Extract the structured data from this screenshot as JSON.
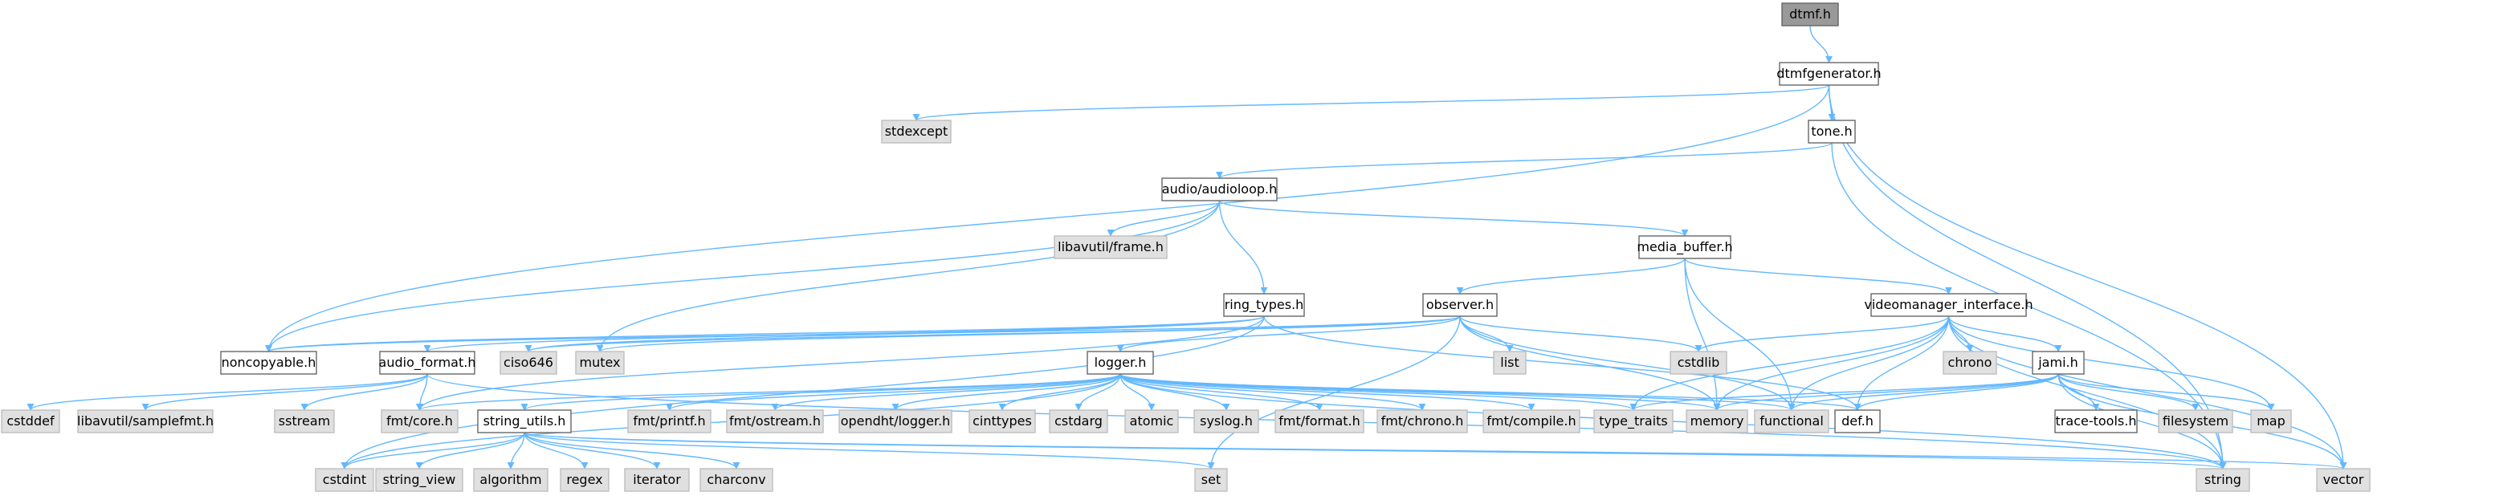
{
  "colors": {
    "edge": "#63b8ff",
    "root_fill": "#999999",
    "external_fill": "#e0e0e0",
    "local_fill": "#ffffff",
    "border": "#666666"
  },
  "nodes": {
    "dtmf_h": "dtmf.h",
    "dtmfgenerator_h": "dtmfgenerator.h",
    "stdexcept": "stdexcept",
    "tone_h": "tone.h",
    "audioloop_h": "audio/audioloop.h",
    "frame_h": "libavutil/frame.h",
    "media_buffer_h": "media_buffer.h",
    "ring_types_h": "ring_types.h",
    "observer_h": "observer.h",
    "videomanager_h": "videomanager_interface.h",
    "noncopyable_h": "noncopyable.h",
    "audio_format_h": "audio_format.h",
    "ciso646": "ciso646",
    "mutex": "mutex",
    "list": "list",
    "cstdlib": "cstdlib",
    "chrono": "chrono",
    "jami_h": "jami.h",
    "map": "map",
    "logger_h": "logger.h",
    "cstddef": "cstddef",
    "samplefmt_h": "libavutil/samplefmt.h",
    "sstream": "sstream",
    "fmt_core_h": "fmt/core.h",
    "string_utils_h": "string_utils.h",
    "fmt_printf_h": "fmt/printf.h",
    "fmt_ostream_h": "fmt/ostream.h",
    "opendht_logger_h": "opendht/logger.h",
    "cinttypes": "cinttypes",
    "cstdarg": "cstdarg",
    "atomic": "atomic",
    "syslog_h": "syslog.h",
    "fmt_format_h": "fmt/format.h",
    "fmt_chrono_h": "fmt/chrono.h",
    "fmt_compile_h": "fmt/compile.h",
    "type_traits": "type_traits",
    "memory": "memory",
    "functional": "functional",
    "def_h": "def.h",
    "trace_tools_h": "trace-tools.h",
    "filesystem": "filesystem",
    "cstdint": "cstdint",
    "string_view": "string_view",
    "algorithm": "algorithm",
    "regex": "regex",
    "iterator": "iterator",
    "charconv": "charconv",
    "set": "set",
    "string": "string",
    "vector": "vector"
  }
}
